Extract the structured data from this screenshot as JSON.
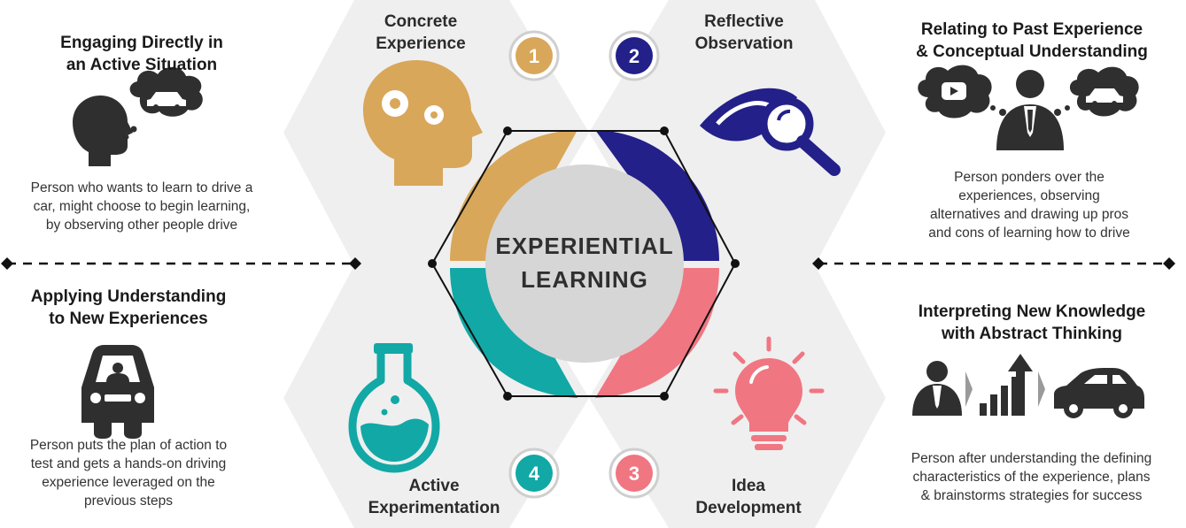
{
  "center": {
    "line1": "EXPERIENTIAL",
    "line2": "LEARNING"
  },
  "phases": [
    {
      "number": "1",
      "title": "Concrete\nExperience",
      "color": "#D9A75A",
      "icon": "head-gears-icon"
    },
    {
      "number": "2",
      "title": "Reflective\nObservation",
      "color": "#23208A",
      "icon": "eye-magnifier-icon"
    },
    {
      "number": "3",
      "title": "Idea\nDevelopment",
      "color": "#F07682",
      "icon": "lightbulb-icon"
    },
    {
      "number": "4",
      "title": "Active\nExperimentation",
      "color": "#12A8A6",
      "icon": "flask-icon"
    }
  ],
  "sides": {
    "top_left": {
      "title": "Engaging Directly in\nan Active Situation",
      "desc": "Person who wants to learn to drive a\ncar, might choose to begin learning,\nby observing other people drive",
      "icon": "thinking-head-car-icon"
    },
    "top_right": {
      "title": "Relating to Past Experience\n& Conceptual Understanding",
      "desc": "Person ponders over the\nexperiences, observing\nalternatives and drawing up pros\nand cons of learning how to drive",
      "icon": "person-thoughts-icon"
    },
    "bottom_left": {
      "title": "Applying Understanding\nto New Experiences",
      "desc": "Person puts the plan of action to\ntest and gets a hands-on driving\nexperience leveraged on the\nprevious steps",
      "icon": "driver-car-icon"
    },
    "bottom_right": {
      "title": "Interpreting New Knowledge\nwith Abstract Thinking",
      "desc": "Person after understanding the defining\ncharacteristics of the experience, plans\n& brainstorms strategies for success",
      "icon": "person-growth-car-icon"
    }
  },
  "colors": {
    "hex_bg": "#EFEFEF",
    "center_circle": "#D6D6D6",
    "icon_dark": "#2F2F2F"
  }
}
